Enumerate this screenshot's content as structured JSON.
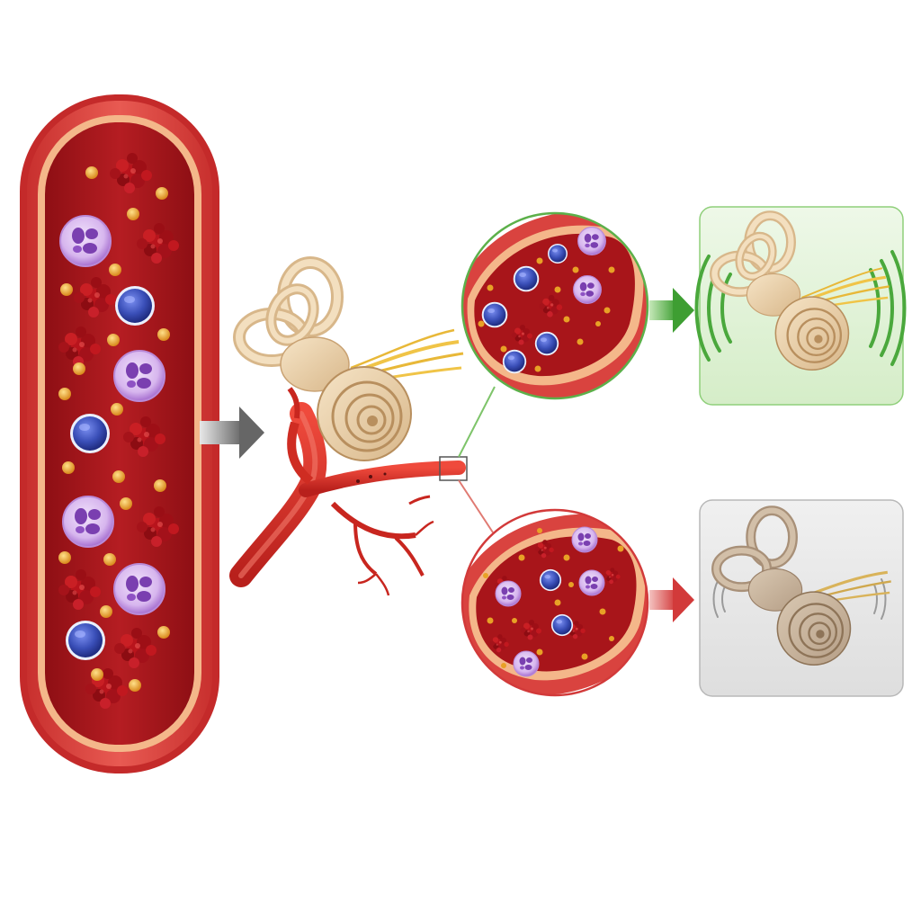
{
  "diagram": {
    "panels": [
      {
        "id": "vessel-cross-section",
        "label": ""
      },
      {
        "id": "inner-ear-with-artery",
        "label": ""
      },
      {
        "id": "zoom-normal-vessel",
        "outcome": "normal-hearing",
        "label": ""
      },
      {
        "id": "zoom-inflamed-vessel",
        "outcome": "reduced-hearing",
        "label": ""
      }
    ],
    "icons": {
      "process_arrow": "gray-arrow-right",
      "good_arrow": "green-arrow-right",
      "bad_arrow": "red-arrow-right",
      "normal_result": "cochlea-with-strong-sound-waves",
      "reduced_result": "cochlea-with-faint-sound-waves"
    },
    "colors": {
      "vessel_wall": "#d9433f",
      "lumen": "#a8151a",
      "platelet": "#e8a126",
      "lymphocyte": "#3a4fb8",
      "neutrophil": "#a66fd0",
      "rbc_cluster": "#b8141c",
      "healthy_accent": "#5cb04a",
      "impaired_accent": "#d23a3a",
      "healthy_panel_bg": "#e4f4dc",
      "impaired_panel_bg": "#e6e6e6",
      "cochlea": "#e8cfa8",
      "nerve": "#f0c447"
    }
  }
}
